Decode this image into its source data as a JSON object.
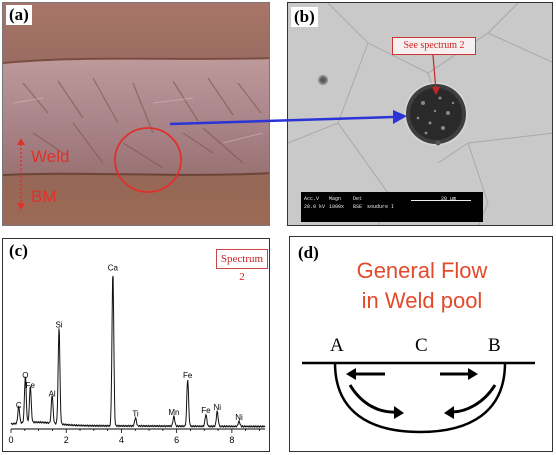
{
  "panel_a": {
    "label": "(a)",
    "weld_text": "Weld",
    "bm_text": "BM"
  },
  "panel_b": {
    "label": "(b)",
    "callout": "See spectrum 2",
    "sem_info": {
      "acc_v_label": "Acc.V",
      "acc_v_value": "20.0 kV",
      "magn_label": "Magn",
      "magn_value": "1000x",
      "det_label": "Det",
      "det_value": "BSE",
      "sample": "soudure I",
      "scale_bar": "20 µm"
    }
  },
  "panel_c": {
    "label": "(c)",
    "spectrum_label": "Spectrum 2",
    "chart_data": {
      "type": "line",
      "x_ticks": [
        "0",
        "2",
        "4",
        "6",
        "8"
      ],
      "xlim": [
        0,
        9.2
      ],
      "peaks": [
        {
          "element": "C",
          "x": 0.28,
          "height": 0.1
        },
        {
          "element": "O",
          "x": 0.52,
          "height": 0.28
        },
        {
          "element": "Fe",
          "x": 0.7,
          "height": 0.22
        },
        {
          "element": "Al",
          "x": 1.49,
          "height": 0.17
        },
        {
          "element": "Si",
          "x": 1.74,
          "height": 0.58
        },
        {
          "element": "Ca",
          "x": 3.69,
          "height": 0.92
        },
        {
          "element": "Ti",
          "x": 4.51,
          "height": 0.05
        },
        {
          "element": "Mn",
          "x": 5.9,
          "height": 0.06
        },
        {
          "element": "Fe",
          "x": 6.4,
          "height": 0.28
        },
        {
          "element": "Fe",
          "x": 7.06,
          "height": 0.07
        },
        {
          "element": "Ni",
          "x": 7.47,
          "height": 0.09
        },
        {
          "element": "Ni",
          "x": 8.26,
          "height": 0.03
        }
      ]
    }
  },
  "panel_d": {
    "label": "(d)",
    "title_line1": "General Flow",
    "title_line2": "in Weld pool",
    "point_a": "A",
    "point_b": "B",
    "point_c": "C"
  }
}
